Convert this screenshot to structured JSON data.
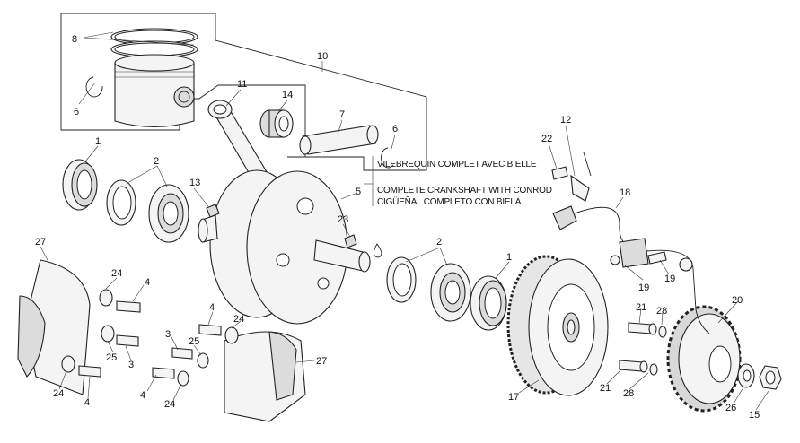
{
  "diagram": {
    "note_lines": [
      "VILEBREQUIN COMPLET AVEC BIELLE",
      "COMPLETE CRANKSHAFT WITH CONROD",
      "CIGÜEÑAL COMPLETO CON BIELA"
    ],
    "callouts": {
      "c8": "8",
      "c6a": "6",
      "c10": "10",
      "c11": "11",
      "c14": "14",
      "c7": "7",
      "c6b": "6",
      "c1a": "1",
      "c2a": "2",
      "c13": "13",
      "c5": "5",
      "c23": "23",
      "c2b": "2",
      "c1b": "1",
      "c12": "12",
      "c22": "22",
      "c18": "18",
      "c19a": "19",
      "c19b": "19",
      "c27a": "27",
      "c24a": "24",
      "c4a": "4",
      "c25a": "25",
      "c3a": "3",
      "c24b": "24",
      "c4b": "4",
      "c4c": "4",
      "c24c": "24",
      "c3b": "3",
      "c25b": "25",
      "c4d": "4",
      "c24d": "24",
      "c27b": "27",
      "c21a": "21",
      "c28a": "28",
      "c20": "20",
      "c21b": "21",
      "c28b": "28",
      "c17": "17",
      "c26": "26",
      "c15": "15"
    }
  }
}
